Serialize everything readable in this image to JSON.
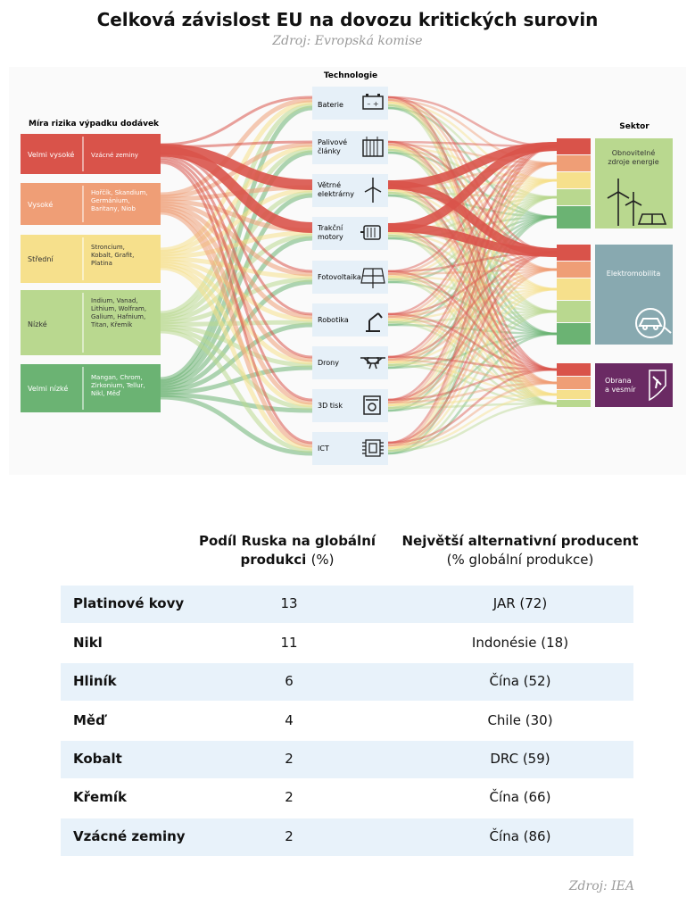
{
  "header": {
    "title": "Celková závislost EU na dovozu kritických surovin",
    "source": "Zdroj: Evropská komise"
  },
  "chart_data": {
    "type": "sankey",
    "column_titles": {
      "risk": "Míra rizika výpadku dodávek",
      "tech": "Technologie",
      "sector": "Sektor"
    },
    "risk_levels": [
      {
        "label": "Velmi vysoké",
        "materials": "Vzácné zeminy",
        "color": "#d9534a"
      },
      {
        "label": "Vysoké",
        "materials": "Hořčík, Skandium, Germánium, Baritany, Niob",
        "color": "#ef9e76"
      },
      {
        "label": "Střední",
        "materials": "Stroncium, Kobalt, Grafit, Platina",
        "color": "#f6e08c"
      },
      {
        "label": "Nízké",
        "materials": "Indium, Vanad, Lithium, Wolfram, Galium, Hafnium, Titan, Křemík",
        "color": "#b9d88f"
      },
      {
        "label": "Velmi nízké",
        "materials": "Mangan, Chrom, Zirkonium, Tellur, Nikl, Měď",
        "color": "#6bb373"
      }
    ],
    "technologies": [
      {
        "label": "Baterie",
        "icon": "battery-icon"
      },
      {
        "label": "Palivové články",
        "icon": "fuel-cell-icon"
      },
      {
        "label": "Větrné elektrárny",
        "icon": "wind-turbine-icon"
      },
      {
        "label": "Trakční motory",
        "icon": "motor-icon"
      },
      {
        "label": "Fotovoltaika",
        "icon": "solar-panel-icon"
      },
      {
        "label": "Robotika",
        "icon": "robot-arm-icon"
      },
      {
        "label": "Drony",
        "icon": "drone-icon"
      },
      {
        "label": "3D tisk",
        "icon": "3d-printer-icon"
      },
      {
        "label": "ICT",
        "icon": "chip-icon"
      }
    ],
    "sectors": [
      {
        "label": "Obnovitelné zdroje energie",
        "color": "#b9d88f",
        "icon": "wind-solar-icon"
      },
      {
        "label": "Elektromobilita",
        "color": "#88a9b0",
        "icon": "electric-car-icon"
      },
      {
        "label": "Obrana a vesmír",
        "color": "#6a2a63",
        "icon": "defense-shield-icon"
      }
    ]
  },
  "table": {
    "headers": {
      "col2_bold": "Podíl Ruska na globální produkci",
      "col2_normal": "(%)",
      "col3_bold": "Největší alternativní producent",
      "col3_normal": "(% globální produkce)"
    },
    "rows": [
      {
        "material": "Platinové kovy",
        "share": "13",
        "alternative": "JAR (72)"
      },
      {
        "material": "Nikl",
        "share": "11",
        "alternative": "Indonésie (18)"
      },
      {
        "material": "Hliník",
        "share": "6",
        "alternative": "Čína (52)"
      },
      {
        "material": "Měď",
        "share": "4",
        "alternative": "Chile (30)"
      },
      {
        "material": "Kobalt",
        "share": "2",
        "alternative": "DRC (59)"
      },
      {
        "material": "Křemík",
        "share": "2",
        "alternative": "Čína (66)"
      },
      {
        "material": "Vzácné zeminy",
        "share": "2",
        "alternative": "Čína (86)"
      }
    ]
  },
  "footer": {
    "source": "Zdroj: IEA"
  }
}
